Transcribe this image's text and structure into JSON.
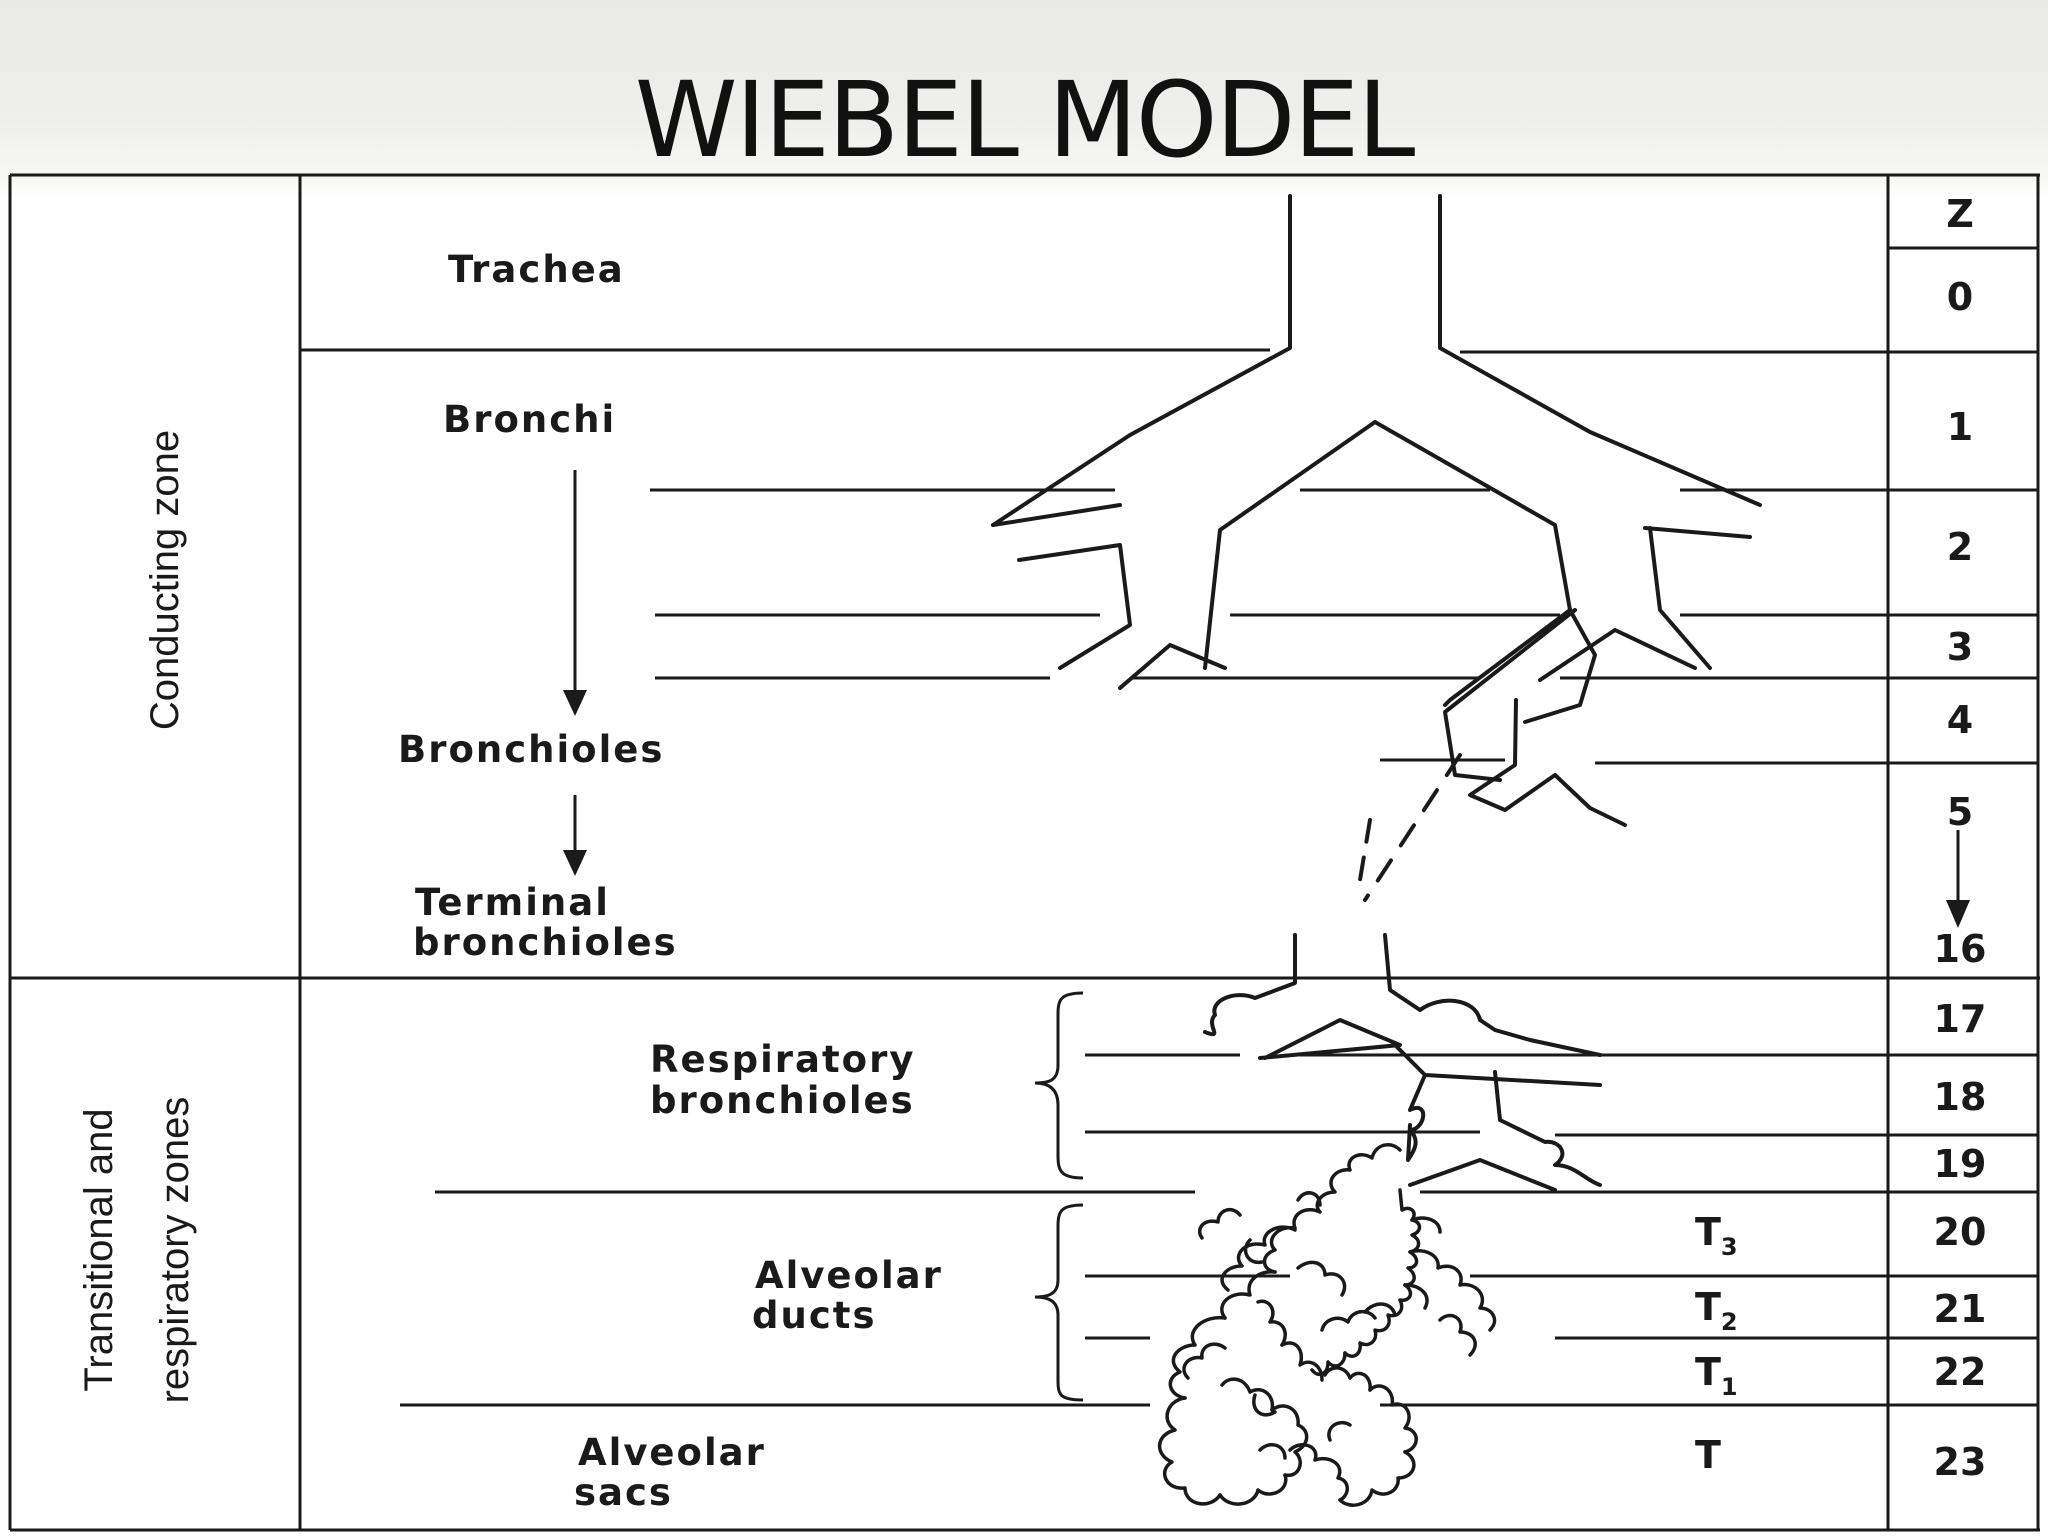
{
  "title": "WIEBEL MODEL",
  "column_header": "Z",
  "zones": {
    "conducting": "Conducting zone",
    "transitional_line1": "Transitional and",
    "transitional_line2": "respiratory zones"
  },
  "labels": {
    "trachea": "Trachea",
    "bronchi": "Bronchi",
    "bronchioles": "Bronchioles",
    "terminal_line1": "Terminal",
    "terminal_line2": "bronchioles",
    "respiratory_line1": "Respiratory",
    "respiratory_line2": "bronchioles",
    "ducts_line1": "Alveolar",
    "ducts_line2": "ducts",
    "sacs_line1": "Alveolar",
    "sacs_line2": "sacs"
  },
  "generations": [
    "0",
    "1",
    "2",
    "3",
    "4",
    "5",
    "16",
    "17",
    "18",
    "19",
    "20",
    "21",
    "22",
    "23"
  ],
  "transition_labels": [
    {
      "main": "T",
      "sub": "3"
    },
    {
      "main": "T",
      "sub": "2"
    },
    {
      "main": "T",
      "sub": "1"
    },
    {
      "main": "T",
      "sub": ""
    }
  ]
}
